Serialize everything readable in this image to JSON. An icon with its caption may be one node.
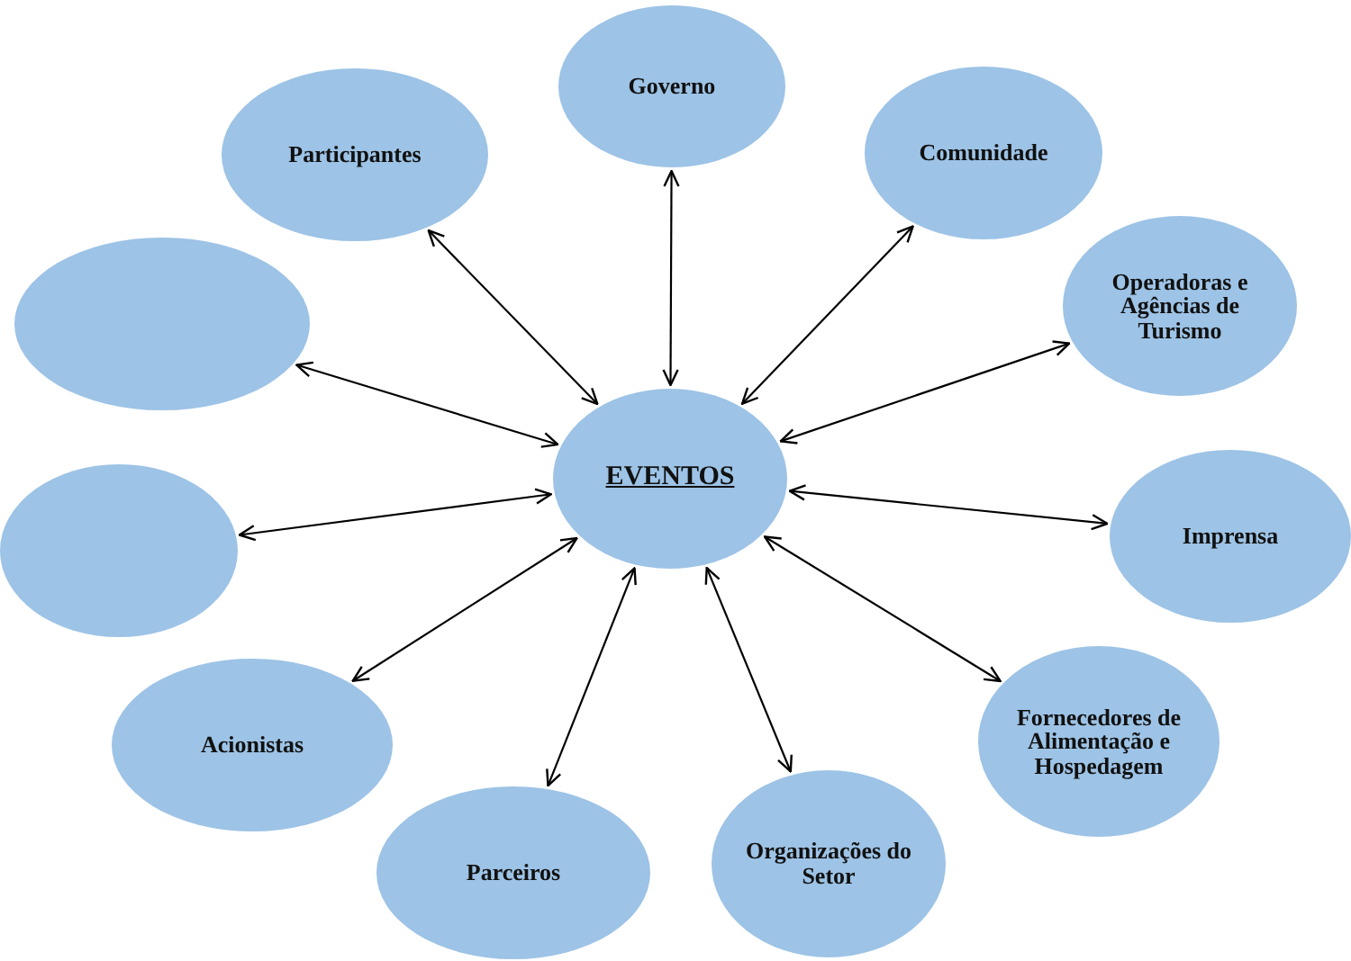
{
  "diagram": {
    "nodes": [
      {
        "text": [
          "EVENTOS"
        ]
      },
      {
        "text": [
          "Governo"
        ]
      },
      {
        "text": [
          "Participantes"
        ]
      },
      {
        "text": [
          "Comunidade"
        ]
      },
      {
        "text": [
          "Operadoras e Agências de Turismo"
        ]
      },
      {
        "text": [],
        "shape": "circle"
      },
      {
        "text": [
          "Imprensa"
        ]
      },
      {
        "text": [],
        "shape": "circle"
      },
      {
        "text": [
          "Fornecedores de Alimentação e Hospedagem"
        ]
      },
      {
        "text": [
          "Acionistas"
        ]
      },
      {
        "text": [
          "Parceiros"
        ]
      },
      {
        "text": [
          "Organizações do Setor"
        ]
      }
    ],
    "edges": [
      {
        "from": 0,
        "to": 1,
        "arrow": "both"
      },
      {
        "from": 0,
        "to": 2,
        "arrow": "both"
      },
      {
        "from": 0,
        "to": 3,
        "arrow": "both"
      },
      {
        "from": 0,
        "to": 4,
        "arrow": "both"
      },
      {
        "from": 0,
        "to": 5,
        "arrow": "both"
      },
      {
        "from": 0,
        "to": 6,
        "arrow": "both"
      },
      {
        "from": 0,
        "to": 7,
        "arrow": "both"
      },
      {
        "from": 0,
        "to": 8,
        "arrow": "both"
      },
      {
        "from": 0,
        "to": 9,
        "arrow": "both"
      },
      {
        "from": 0,
        "to": 10,
        "arrow": "both"
      },
      {
        "from": 0,
        "to": 11,
        "arrow": "both"
      }
    ]
  }
}
